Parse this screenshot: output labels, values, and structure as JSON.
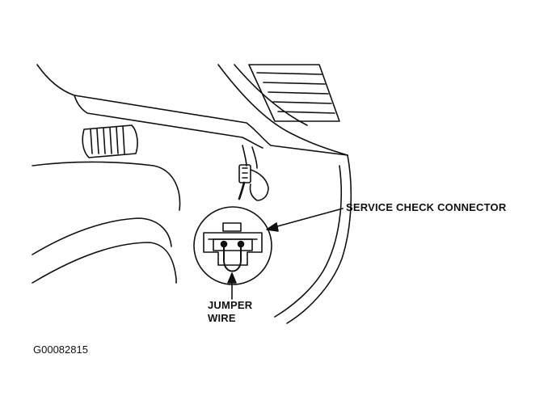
{
  "labels": {
    "service_check_connector": "SERVICE CHECK CONNECTOR",
    "jumper_wire_line1": "JUMPER",
    "jumper_wire_line2": "WIRE"
  },
  "figure_id": "G00082815",
  "colors": {
    "ink": "#111111",
    "background": "#ffffff"
  }
}
